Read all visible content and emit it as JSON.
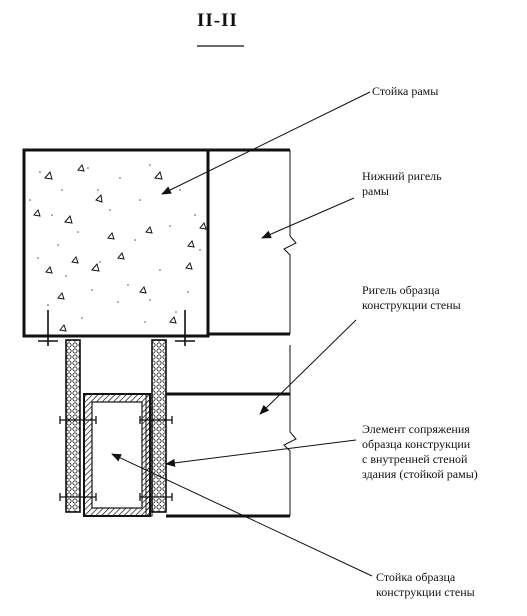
{
  "title": "II-II",
  "callouts": {
    "frame_post": "Стойка рамы",
    "lower_girder": "Нижний ригель\nрамы",
    "specimen_girder": "Ригель образца\nконструкции стены",
    "interface_element": "Элемент сопряжения\nобразца конструкции\nс внутренней стеной\nздания (стойкой рамы)",
    "specimen_post": "Стойка образца\nконструкции стены"
  },
  "colors": {
    "ink": "#111111",
    "paper": "#ffffff"
  }
}
